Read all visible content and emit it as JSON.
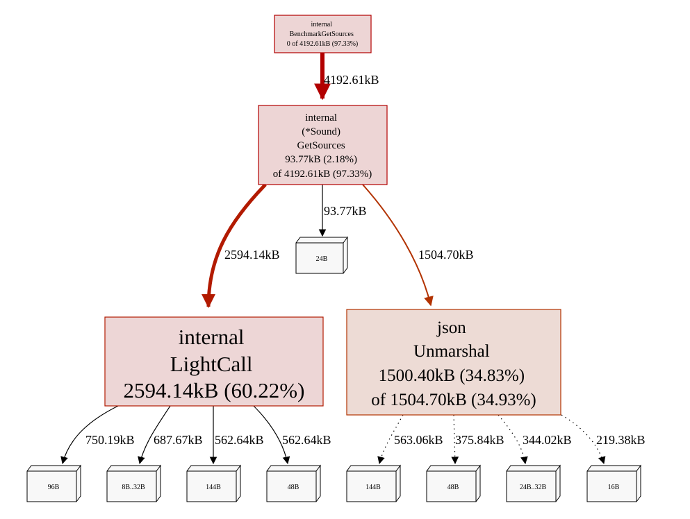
{
  "nodes": {
    "benchmark": {
      "lines": [
        "internal",
        "BenchmarkGetSources",
        "0 of 4192.61kB (97.33%)"
      ],
      "fill": "#edd5d5",
      "stroke": "#b20000"
    },
    "getsources": {
      "lines": [
        "internal",
        "(*Sound)",
        "GetSources",
        "93.77kB (2.18%)",
        "of 4192.61kB (97.33%)"
      ],
      "fill": "#edd5d5",
      "stroke": "#b20000"
    },
    "lightcall": {
      "lines": [
        "internal",
        "LightCall",
        "2594.14kB (60.22%)"
      ],
      "fill": "#edd6d6",
      "stroke": "#b21a00"
    },
    "unmarshal": {
      "lines": [
        "json",
        "Unmarshal",
        "1500.40kB (34.83%)",
        "of 1504.70kB (34.93%)"
      ],
      "fill": "#eddbd5",
      "stroke": "#b23200"
    }
  },
  "leaves": [
    {
      "id": "leaf-24b",
      "label": "24B"
    },
    {
      "id": "leaf-96b",
      "label": "96B"
    },
    {
      "id": "leaf-8b-32b",
      "label": "8B..32B"
    },
    {
      "id": "leaf-144b-a",
      "label": "144B"
    },
    {
      "id": "leaf-48b-a",
      "label": "48B"
    },
    {
      "id": "leaf-144b-b",
      "label": "144B"
    },
    {
      "id": "leaf-48b-b",
      "label": "48B"
    },
    {
      "id": "leaf-24b-32b",
      "label": "24B..32B"
    },
    {
      "id": "leaf-16b",
      "label": "16B"
    }
  ],
  "edges": [
    {
      "id": "benchmark-to-getsources",
      "label": "4192.61kB",
      "color": "#b20000"
    },
    {
      "id": "getsources-to-24b",
      "label": "93.77kB",
      "color": "#000000"
    },
    {
      "id": "getsources-to-lightcall",
      "label": "2594.14kB",
      "color": "#b21a00"
    },
    {
      "id": "getsources-to-unmarshal",
      "label": "1504.70kB",
      "color": "#b23200"
    },
    {
      "id": "lightcall-to-96b",
      "label": "750.19kB",
      "color": "#000000"
    },
    {
      "id": "lightcall-to-8b-32b",
      "label": "687.67kB",
      "color": "#000000"
    },
    {
      "id": "lightcall-to-144b",
      "label": "562.64kB",
      "color": "#000000"
    },
    {
      "id": "lightcall-to-48b",
      "label": "562.64kB",
      "color": "#000000"
    },
    {
      "id": "unmarshal-to-144b",
      "label": "563.06kB",
      "color": "#000000"
    },
    {
      "id": "unmarshal-to-48b",
      "label": "375.84kB",
      "color": "#000000"
    },
    {
      "id": "unmarshal-to-24b-32b",
      "label": "344.02kB",
      "color": "#000000"
    },
    {
      "id": "unmarshal-to-16b",
      "label": "219.38kB",
      "color": "#000000"
    }
  ]
}
